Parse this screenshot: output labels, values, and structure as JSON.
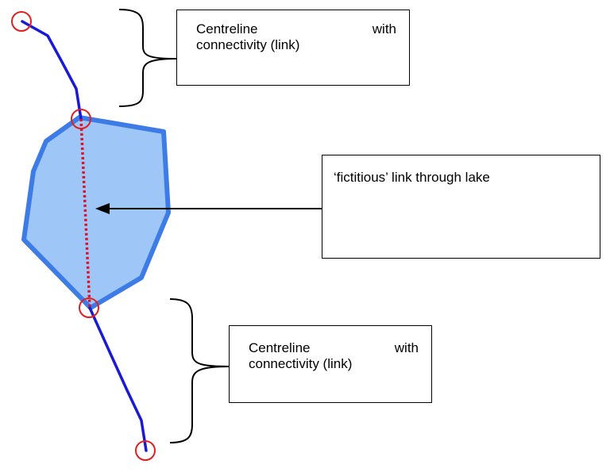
{
  "labels": {
    "top": {
      "line1_left": "Centreline",
      "line1_right": "with",
      "line2": "connectivity (link)"
    },
    "middle": {
      "text": "‘fictitious’ link through lake"
    },
    "bottom": {
      "line1_left": "Centreline",
      "line1_right": "with",
      "line2": "connectivity (link)"
    }
  },
  "colors": {
    "centreline": "#1a1ad6",
    "lake_fill": "#9ec7f7",
    "lake_outline": "#3d7be6",
    "fictitious_link": "#e0102a",
    "node_circle": "#e02020",
    "arrow": "#000000"
  }
}
